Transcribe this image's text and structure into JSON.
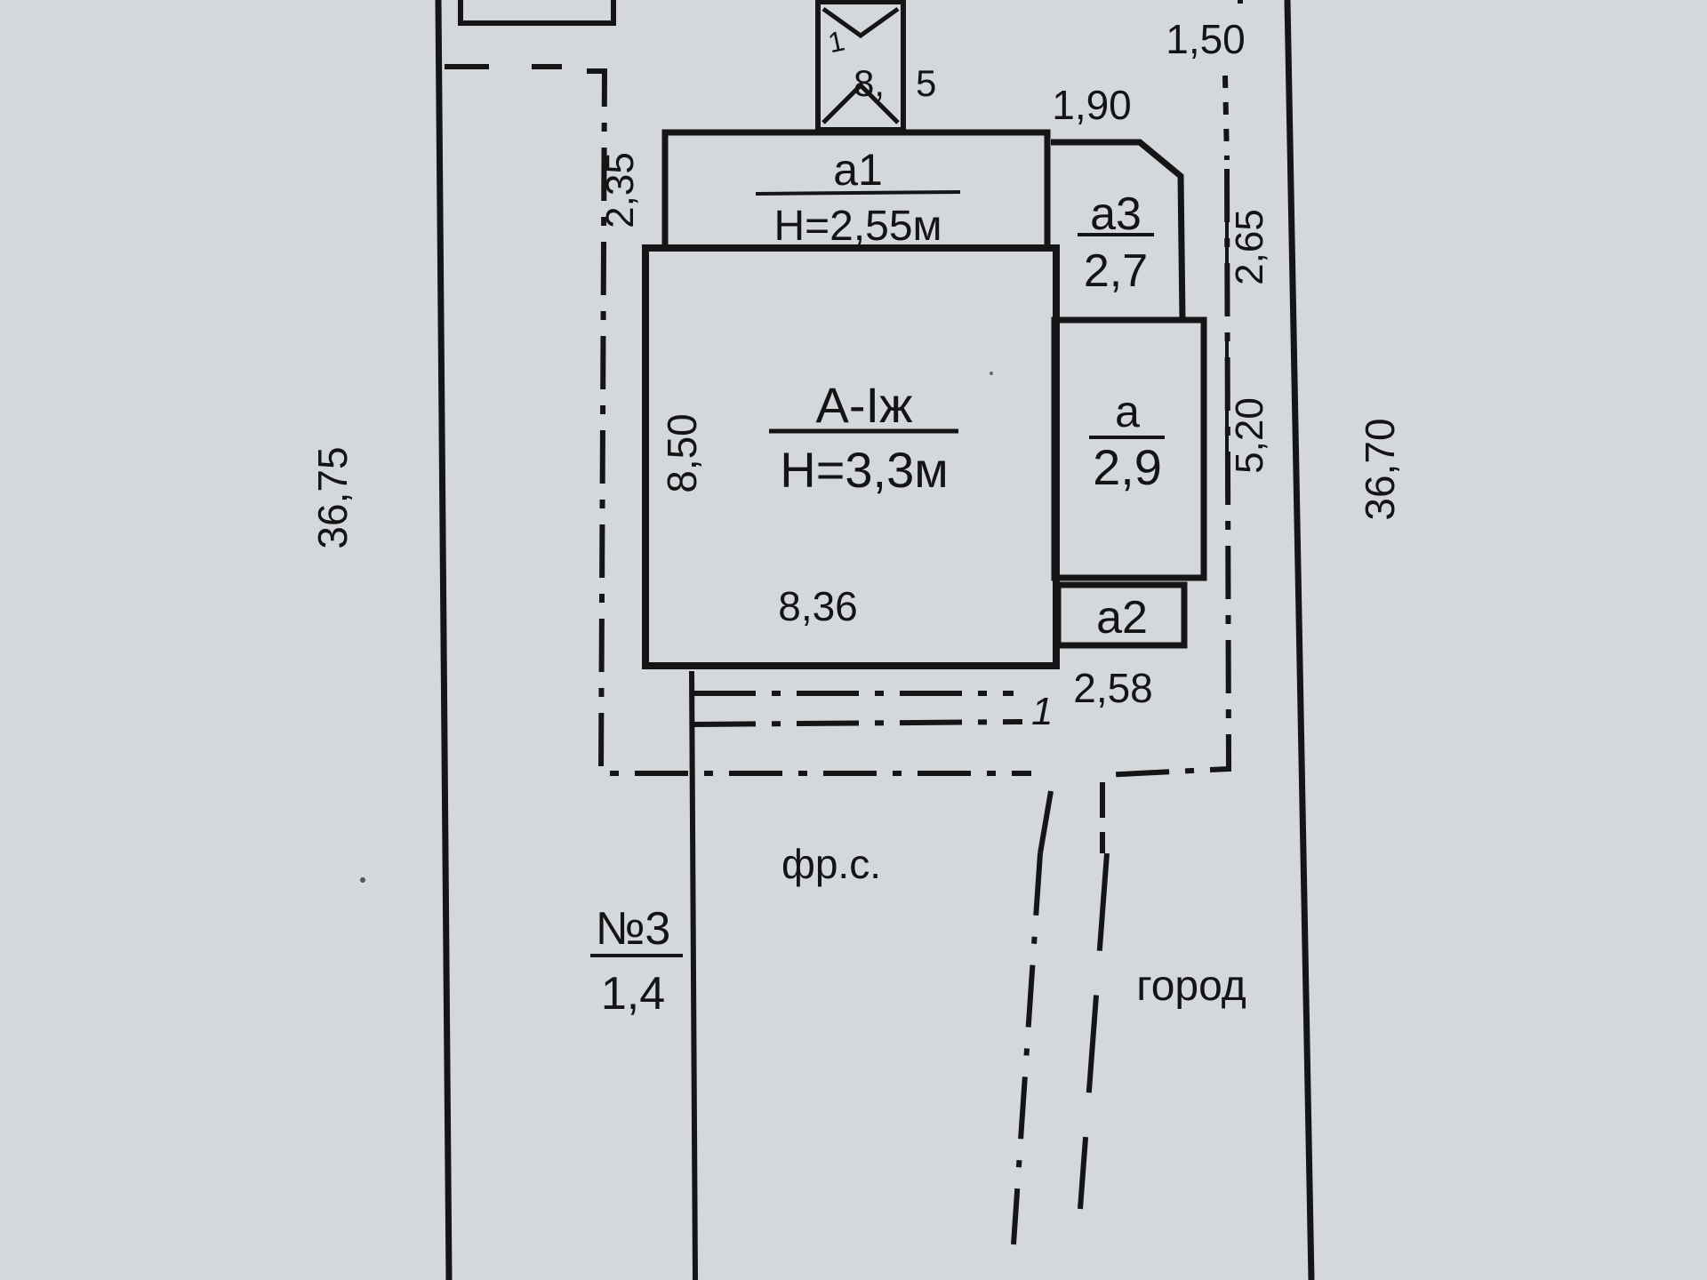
{
  "plan": {
    "lot_labels": {
      "left_side": "36,75",
      "right_side": "36,70",
      "top_right": "1,50"
    },
    "buildings": {
      "main": {
        "name": "А-Іж",
        "height": "Н=3,3м",
        "side_vertical": "8,50",
        "side_horizontal": "8,36"
      },
      "a1": {
        "name": "а1",
        "height": "Н=2,55м",
        "side_vertical": "2,35"
      },
      "a3": {
        "name": "а3",
        "value": "2,7",
        "side_top": "1,90",
        "side_right": "2,65"
      },
      "a": {
        "name": "а",
        "value": "2,9",
        "side_right": "5,20"
      },
      "a2": {
        "name": "а2",
        "side_bottom": "2,58"
      },
      "porch": {
        "label_1": "1",
        "label_2": "8,",
        "label_3": "5"
      }
    },
    "marker_1": "1",
    "areas": {
      "front_yard": "фр.с.",
      "garden": "город"
    },
    "neighbor": {
      "number": "№3",
      "value": "1,4"
    }
  }
}
